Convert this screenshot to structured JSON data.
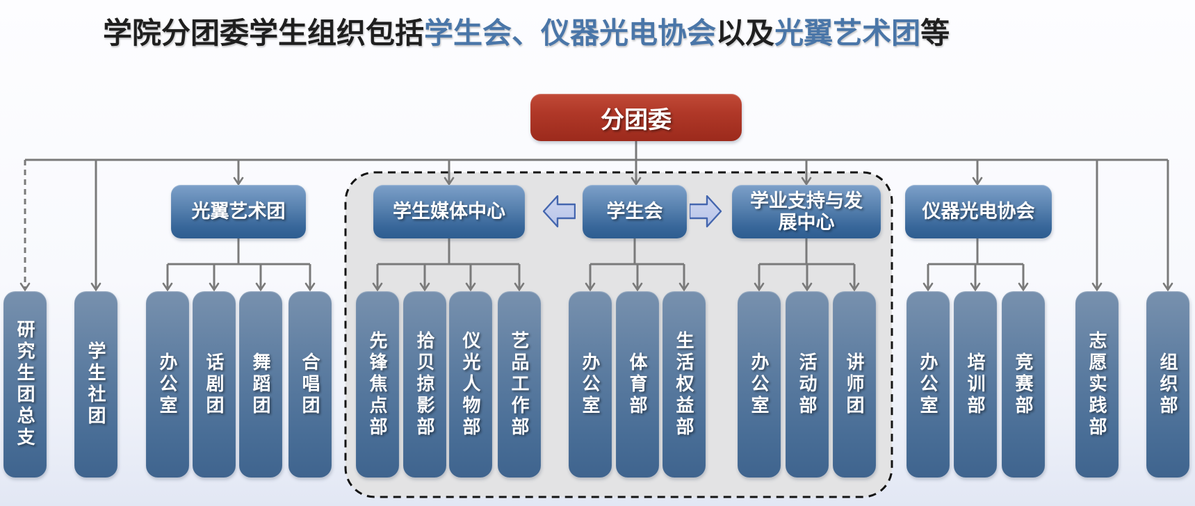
{
  "title": {
    "segments": [
      {
        "text": "学院分团委学生组织包括",
        "emphasis": false
      },
      {
        "text": "学生会、",
        "emphasis": true
      },
      {
        "text": "仪器光电协会",
        "emphasis": true
      },
      {
        "text": "以及",
        "emphasis": false
      },
      {
        "text": "光翼艺术团",
        "emphasis": true
      },
      {
        "text": "等",
        "emphasis": false
      }
    ]
  },
  "root": {
    "label": "分团委"
  },
  "branches": [
    {
      "label": "光翼艺术团",
      "in_group": false,
      "children": [
        "办公室",
        "话剧团",
        "舞蹈团",
        "合唱团"
      ]
    },
    {
      "label": "学生媒体中心",
      "in_group": true,
      "children": [
        "先锋焦点部",
        "拾贝掠影部",
        "仪光人物部",
        "艺品工作部"
      ]
    },
    {
      "label": "学生会",
      "in_group": true,
      "children": [
        "办公室",
        "体育部",
        "生活权益部"
      ]
    },
    {
      "label": "学业支持与发展中心",
      "in_group": true,
      "children": [
        "办公室",
        "活动部",
        "讲师团"
      ]
    },
    {
      "label": "仪器光电协会",
      "in_group": false,
      "children": [
        "办公室",
        "培训部",
        "竞赛部"
      ]
    }
  ],
  "standalone": [
    {
      "label": "研究生团总支",
      "connector": "dashed",
      "side": "left"
    },
    {
      "label": "学生社团",
      "connector": "solid",
      "side": "left"
    },
    {
      "label": "志愿实践部",
      "connector": "solid",
      "side": "right"
    },
    {
      "label": "组织部",
      "connector": "solid",
      "side": "right"
    }
  ],
  "flow_arrows": [
    {
      "direction": "left",
      "from": "学生会",
      "to": "学生媒体中心"
    },
    {
      "direction": "right",
      "from": "学生会",
      "to": "学业支持与发展中心"
    }
  ],
  "colors": {
    "title_text": "#1f1f1f",
    "title_emphasis": "#4a76a8",
    "root_red_top": "#c14a37",
    "root_red_bottom": "#9c2a1c",
    "branch_blue_top": "#7da0c9",
    "branch_blue_bottom": "#2e5d90",
    "leaf_blue_top": "#7891ae",
    "leaf_blue_bottom": "#3f648e",
    "connector_gray": "#7a7a7a",
    "group_fill": "#e3e3e4",
    "group_border": "#141414",
    "flow_arrow_fill": "#b9c5e9",
    "flow_arrow_border": "#4466ae"
  }
}
